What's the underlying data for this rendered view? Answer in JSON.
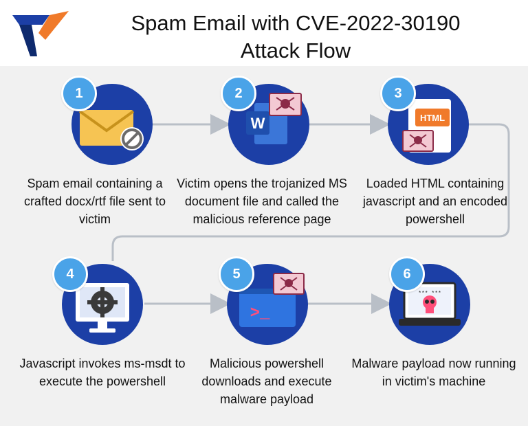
{
  "title_line1": "Spam Email with CVE-2022-30190",
  "title_line2": "Attack Flow",
  "steps": [
    {
      "number": "1",
      "caption": "Spam email containing a crafted docx/rtf file sent to victim",
      "icon": "envelope-icon"
    },
    {
      "number": "2",
      "caption": "Victim opens the trojanized MS document file and called the malicious reference page",
      "icon": "word-document-icon"
    },
    {
      "number": "3",
      "caption": "Loaded HTML containing javascript and an encoded powershell",
      "icon": "html-file-icon",
      "icon_text": "HTML"
    },
    {
      "number": "4",
      "caption": "Javascript invokes ms-msdt to execute the powershell",
      "icon": "monitor-gear-icon"
    },
    {
      "number": "5",
      "caption": "Malicious powershell downloads and execute malware payload",
      "icon": "powershell-icon",
      "icon_text": ">_"
    },
    {
      "number": "6",
      "caption": "Malware payload now running in victim's machine",
      "icon": "laptop-skull-icon",
      "icon_text": "*** ***"
    }
  ],
  "colors": {
    "circle": "#1c3fa6",
    "badge": "#4aa3e8",
    "connector": "#b9bfc7",
    "panel": "#f1f1f1",
    "skull_window": "#f3c9d3"
  }
}
